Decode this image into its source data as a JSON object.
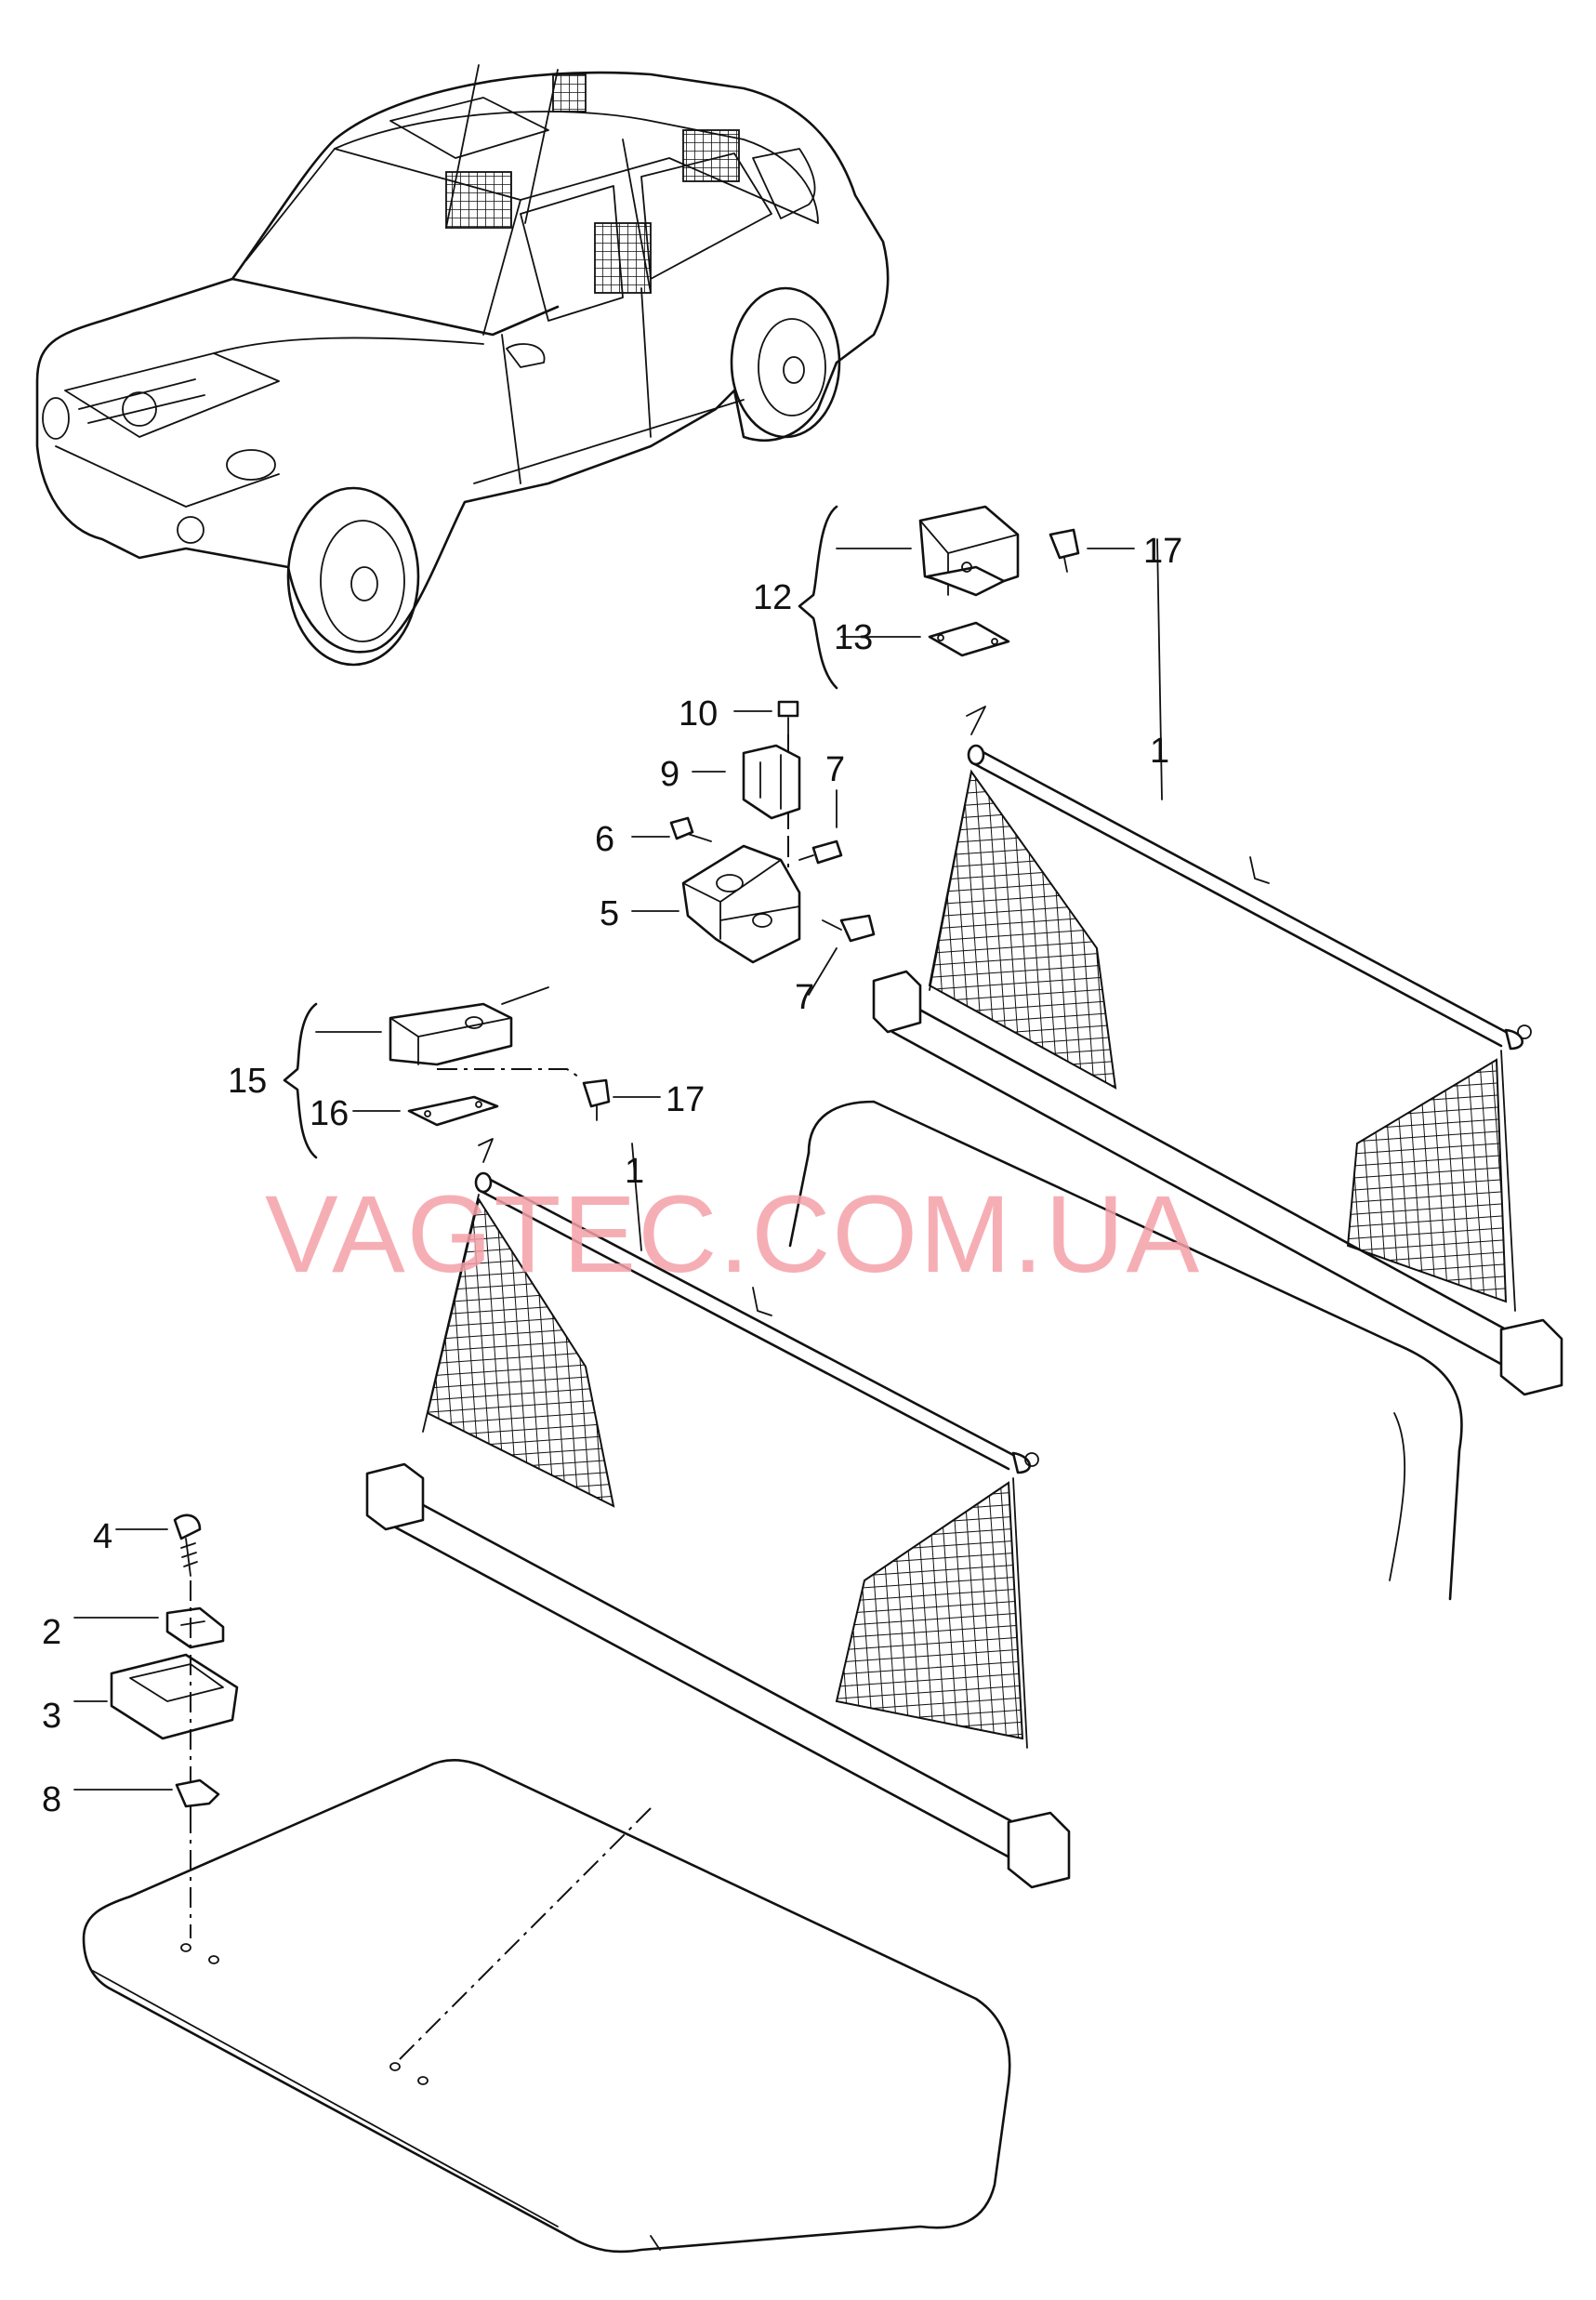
{
  "watermark": "VAGTEC.COM.UA",
  "watermark_color": "#f4a0a8",
  "callouts": {
    "c1a": "1",
    "c1b": "1",
    "c2": "2",
    "c3": "3",
    "c4": "4",
    "c5": "5",
    "c6": "6",
    "c7a": "7",
    "c7b": "7",
    "c8": "8",
    "c9": "9",
    "c10": "10",
    "c12": "12",
    "c13": "13",
    "c15": "15",
    "c16": "16",
    "c17a": "17",
    "c17b": "17"
  }
}
